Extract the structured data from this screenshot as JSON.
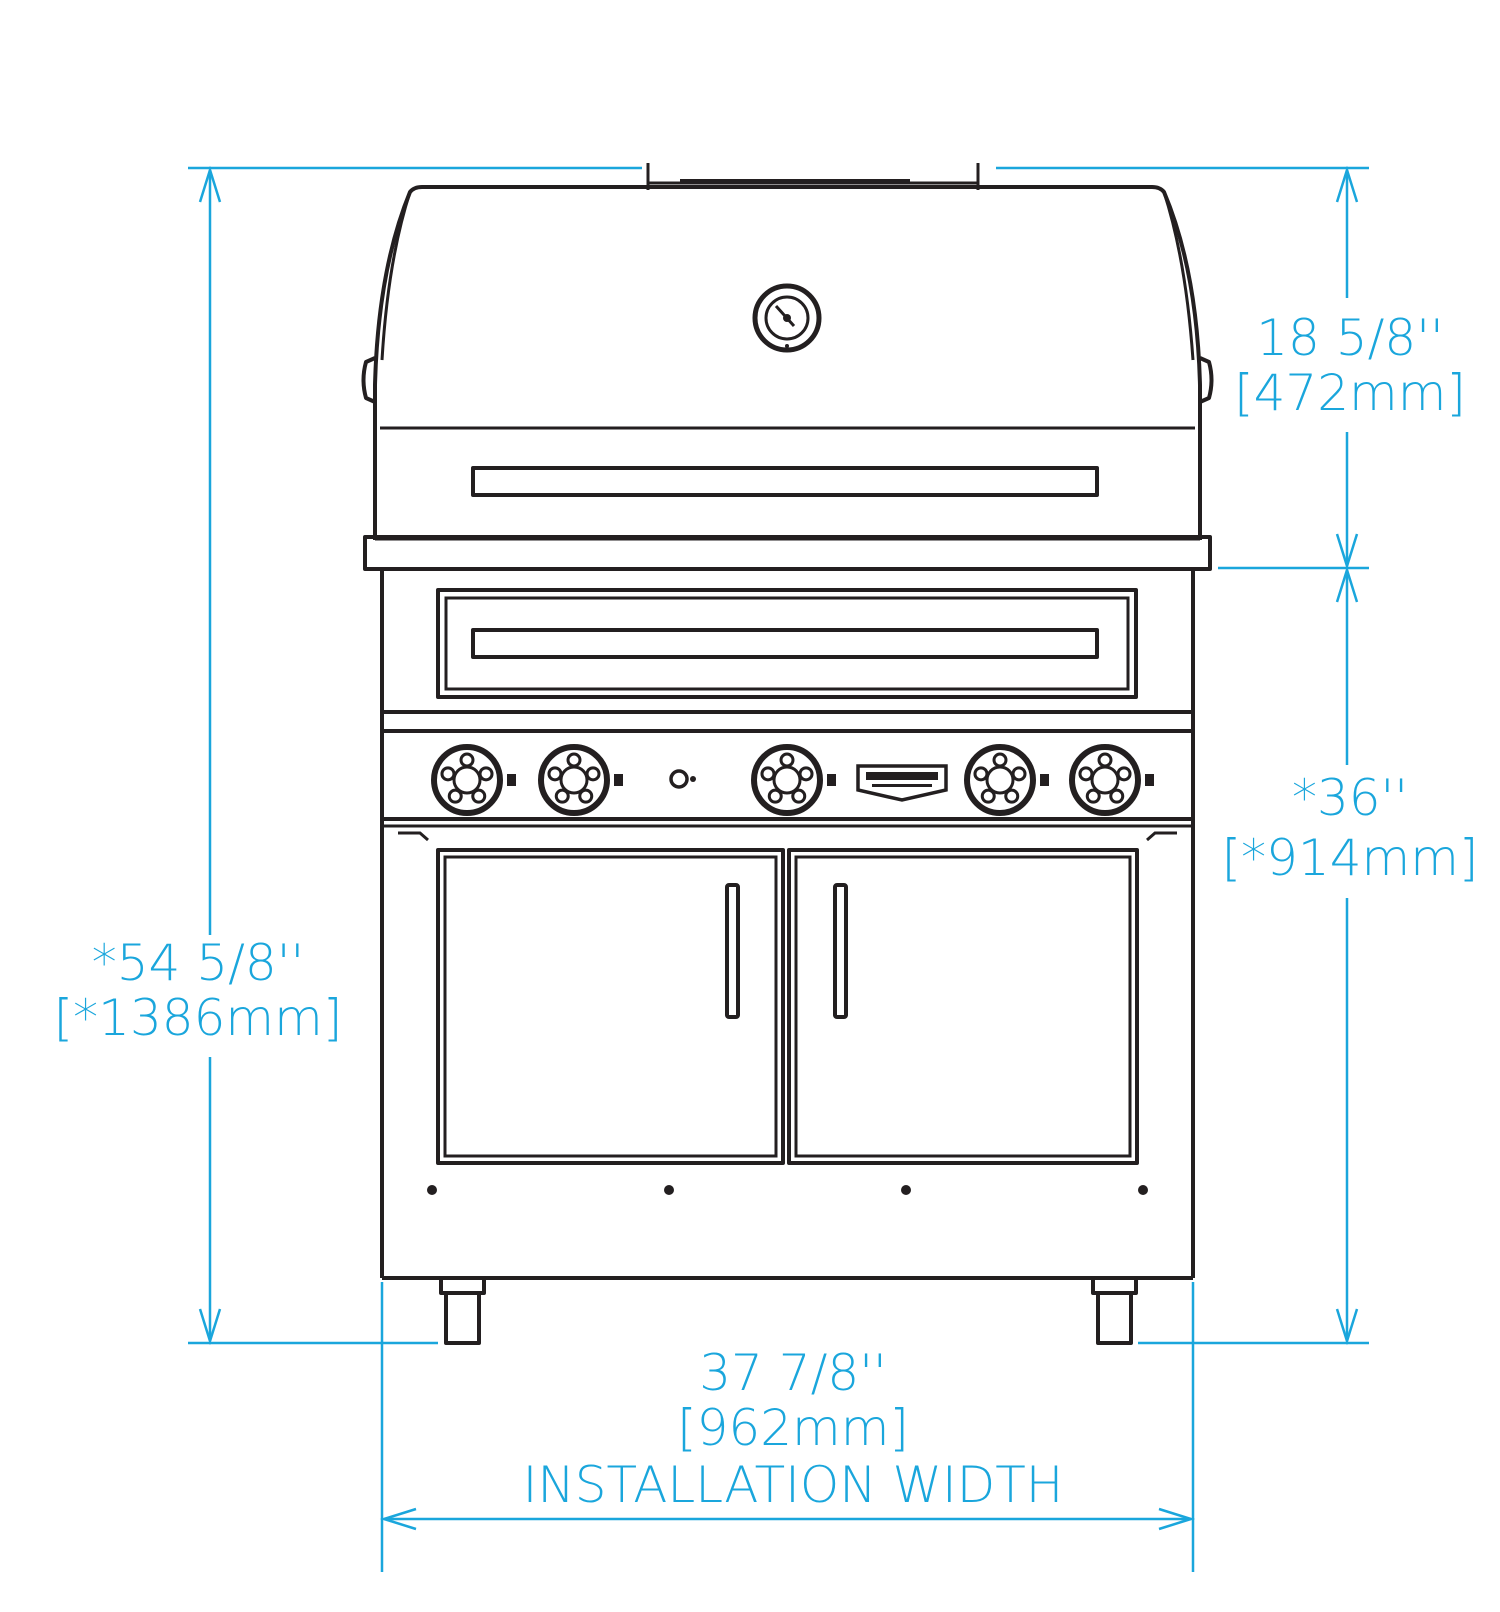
{
  "colors": {
    "dimension": "#1aa6dc",
    "outline": "#231f20",
    "background": "#ffffff"
  },
  "dimensions": {
    "overall_height": {
      "imperial": "*54 5/8''",
      "metric": "[*1386mm]"
    },
    "hood_height": {
      "imperial": "18 5/8''",
      "metric": "[472mm]"
    },
    "counter_height": {
      "imperial": "*36''",
      "metric": "[*914mm]"
    },
    "width": {
      "imperial": "37 7/8''",
      "metric": "[962mm]",
      "label": "INSTALLATION WIDTH"
    }
  },
  "grill": {
    "knob_count": 5,
    "door_count": 2,
    "icons": [
      "thermometer-icon",
      "ignition-icon",
      "brand-logo"
    ]
  }
}
